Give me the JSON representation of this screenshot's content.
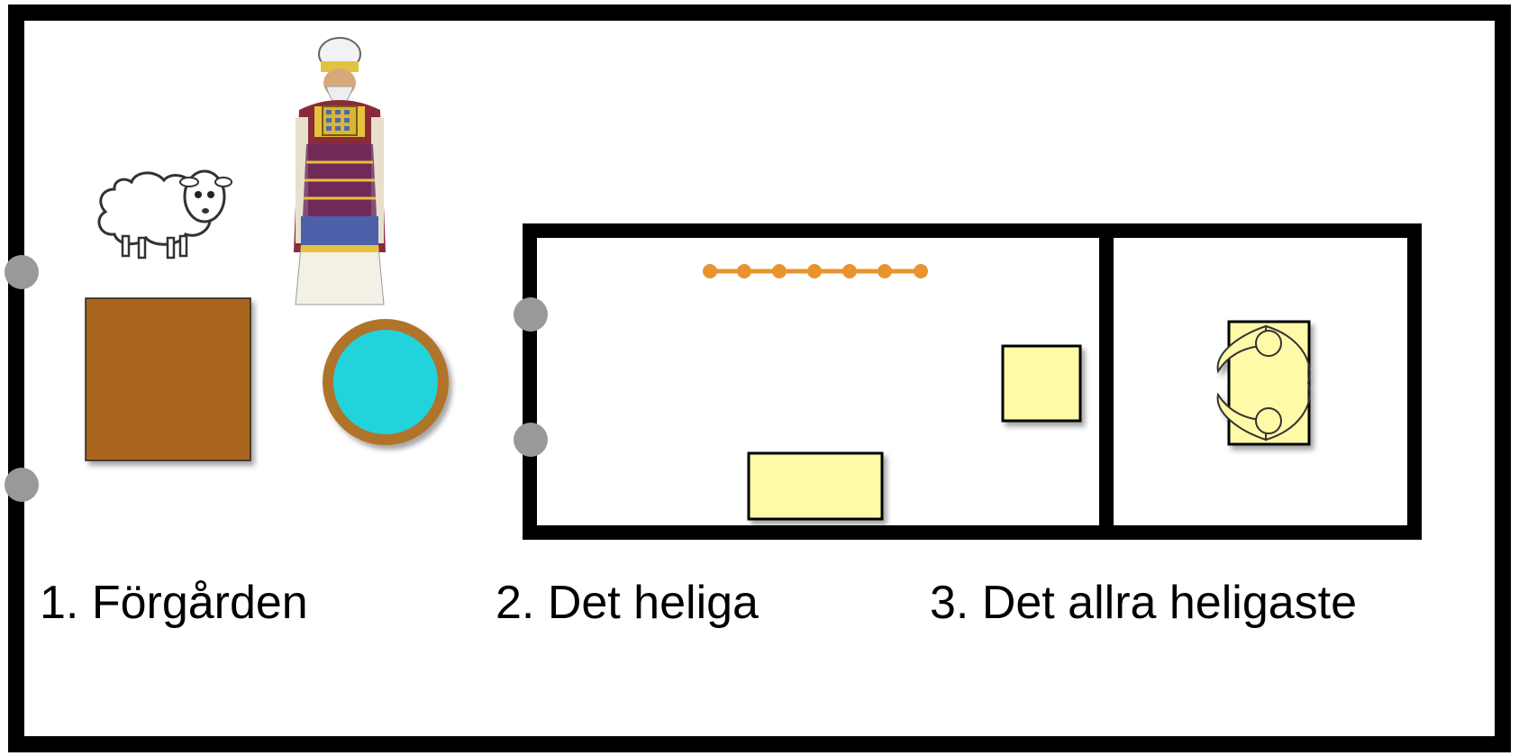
{
  "labels": {
    "courtyard": "1. Förgården",
    "holy_place": "2. Det heliga",
    "holy_of_holies": "3. Det allra heligaste"
  },
  "colors": {
    "wall": "#000000",
    "altar": "#A9661E",
    "laver_fill": "#22D3DC",
    "laver_rim": "#B0732A",
    "gold_furniture": "#FFFAA8",
    "lampstand": "#E8942E",
    "door_post": "#999999"
  },
  "icons": [
    "sheep-icon",
    "high-priest-icon",
    "lampstand-icon",
    "ark-of-covenant-icon"
  ]
}
